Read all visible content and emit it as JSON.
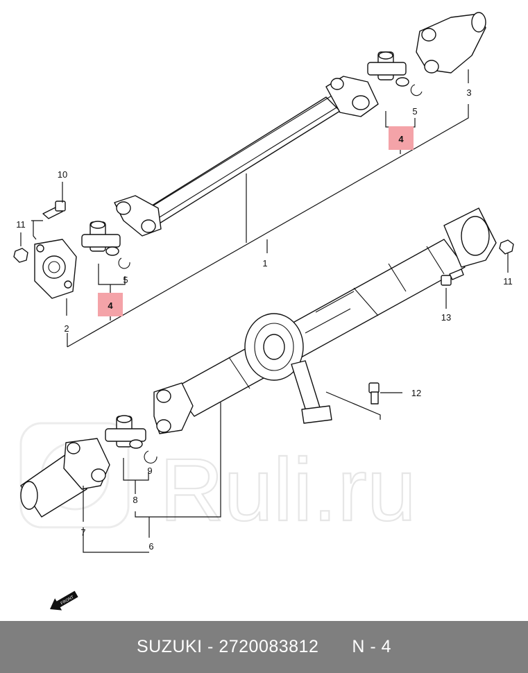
{
  "callouts": {
    "c1": "1",
    "c2": "2",
    "c3": "3",
    "c4_top": "4",
    "c4_left": "4",
    "c5_top": "5",
    "c5_left": "5",
    "c6": "6",
    "c7": "7",
    "c8": "8",
    "c9": "9",
    "c10": "10",
    "c11_left": "11",
    "c11_right": "11",
    "c12": "12",
    "c13": "13"
  },
  "highlight_color": "#f4a3a8",
  "watermark": "Ruli.ru",
  "direction_arrow_label": "FRONT",
  "footer": {
    "part_text": "SUZUKI - 2720083812",
    "page_text": "N - 4"
  }
}
